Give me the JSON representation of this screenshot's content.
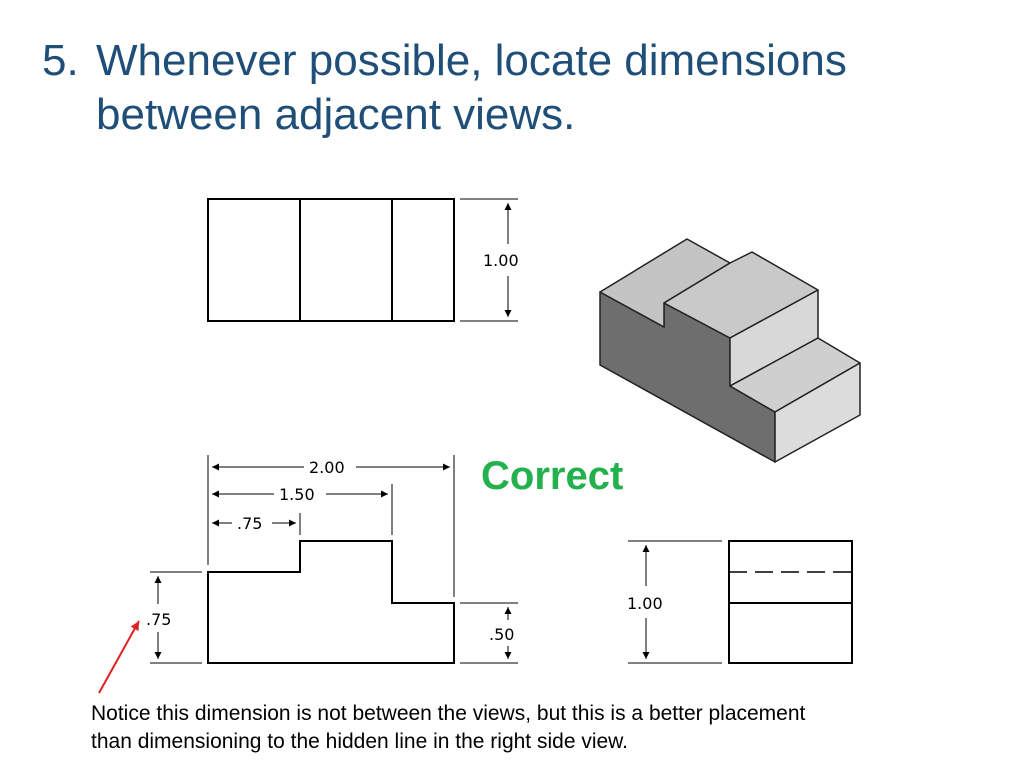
{
  "title": {
    "number": "5.",
    "line1": "Whenever possible, locate dimensions",
    "line2": "between adjacent views."
  },
  "views": {
    "top": {
      "height_dim": "1.00"
    },
    "front": {
      "overall_width_dim": "2.00",
      "step_width_dim": "1.50",
      "left_width_dim": ".75",
      "left_height_dim": ".75",
      "right_height_dim": ".50"
    },
    "side": {
      "height_dim": "1.00"
    }
  },
  "verdict": "Correct",
  "note": {
    "line1": "Notice this dimension is not between the views, but this is a better placement",
    "line2": "than dimensioning to the hidden line in the right side view."
  },
  "colors": {
    "title": "#1f4e79",
    "verdict": "#22b14c",
    "pointer_arrow": "#e02020"
  }
}
